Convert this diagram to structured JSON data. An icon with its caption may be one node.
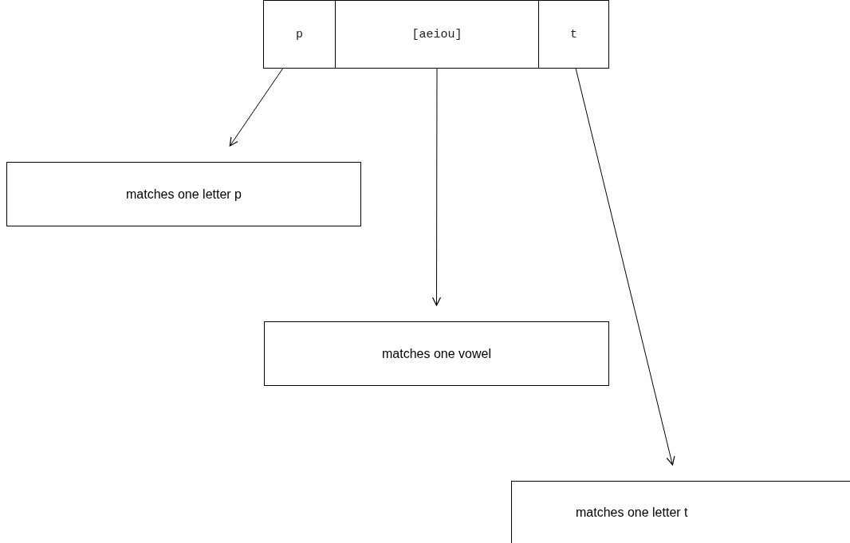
{
  "diagram": {
    "nodes": [
      {
        "text": [
          "p"
        ]
      },
      {
        "text": [
          "[aeiou]"
        ]
      },
      {
        "text": [
          "t"
        ]
      },
      {
        "text": [
          "matches one letter p"
        ]
      },
      {
        "text": [
          "matches one vowel"
        ]
      },
      {
        "text": [
          "matches one letter t"
        ]
      }
    ],
    "edges": [
      {
        "from": 0,
        "to": 3,
        "arrow": "to"
      },
      {
        "from": 1,
        "to": 4,
        "arrow": "to"
      },
      {
        "from": 2,
        "to": 5,
        "arrow": "to"
      }
    ]
  }
}
